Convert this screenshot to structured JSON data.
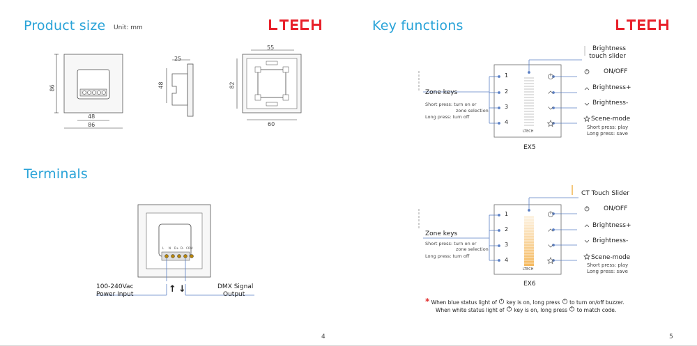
{
  "left_page": {
    "product_size_title": "Product size",
    "unit_label": "Unit: mm",
    "logo_text": "LTECH",
    "terminals_title": "Terminals",
    "dims": {
      "front_height": "86",
      "front_inner_width": "48",
      "front_width": "86",
      "side_depth": "25",
      "side_height": "48",
      "back_width": "55",
      "back_height": "82",
      "back_bottom": "60"
    },
    "terminal_labels": [
      "L",
      "N",
      "D+",
      "D-",
      "COM"
    ],
    "power_input": [
      "100-240Vac",
      "Power Input"
    ],
    "dmx_output": [
      "DMX Signal",
      "Output"
    ],
    "arrows": [
      "↑",
      "↓"
    ],
    "page_number": "4"
  },
  "right_page": {
    "key_functions_title": "Key functions",
    "logo_text": "LTECH",
    "ex5": {
      "top_callout": [
        "Brightness",
        "touch slider"
      ],
      "zone_keys": "Zone keys",
      "short_press": [
        "Short press: turn on or",
        "zone selection"
      ],
      "long_press": "Long press: turn off",
      "zone_numbers": [
        "1",
        "2",
        "3",
        "4"
      ],
      "on_off": "ON/OFF",
      "bright_up": "Brightness+",
      "bright_down": "Brightness-",
      "scene_mode": "Scene-mode",
      "scene_short": "Short press: play",
      "scene_long": "Long press: save",
      "device_logo": "LTECH",
      "model": "EX5"
    },
    "ex6": {
      "top_callout": "CT Touch Slider",
      "zone_keys": "Zone keys",
      "short_press": [
        "Short press: turn on or",
        "zone selection"
      ],
      "long_press": "Long press: turn off",
      "zone_numbers": [
        "1",
        "2",
        "3",
        "4"
      ],
      "on_off": "ON/OFF",
      "bright_up": "Brightness+",
      "bright_down": "Brightness-",
      "scene_mode": "Scene-mode",
      "scene_short": "Short press: play",
      "scene_long": "Long press: save",
      "device_logo": "LTECH",
      "model": "EX6"
    },
    "notes": {
      "star": "*",
      "line1_a": "When blue status light of",
      "line1_b": "key is on, long press",
      "line1_c": "to turn on/off buzzer.",
      "line2_a": "When white status light of",
      "line2_b": "key is on, long press",
      "line2_c": "to match code."
    },
    "page_number": "5"
  },
  "colors": {
    "title_blue": "#29a3d8",
    "logo_red": "#e8202a",
    "callout_blue": "#5a7fc4",
    "ct_warm": "#f5c77a"
  }
}
